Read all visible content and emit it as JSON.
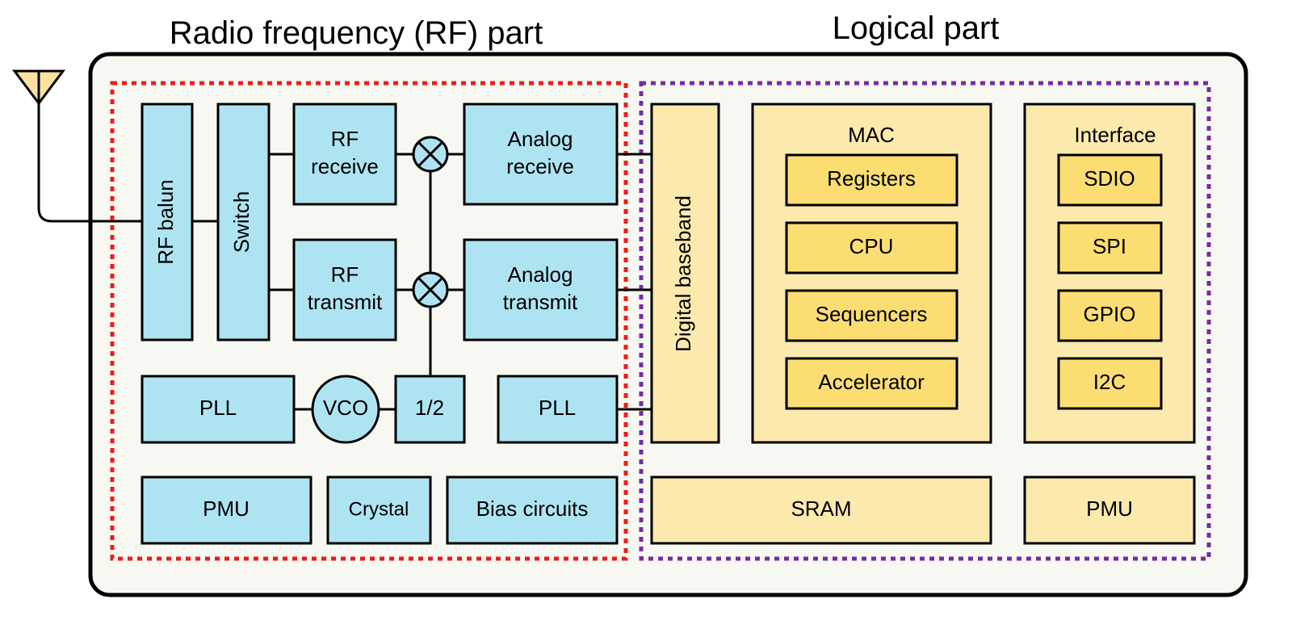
{
  "titles": {
    "rf": "Radio frequency (RF) part",
    "logical": "Logical part"
  },
  "rf": {
    "rf_balun": "RF balun",
    "switch": "Switch",
    "rf_receive": [
      "RF",
      "receive"
    ],
    "rf_transmit": [
      "RF",
      "transmit"
    ],
    "analog_receive": [
      "Analog",
      "receive"
    ],
    "analog_transmit": [
      "Analog",
      "transmit"
    ],
    "pll_left": "PLL",
    "vco": "VCO",
    "half": "1/2",
    "pll_right": "PLL",
    "pmu": "PMU",
    "crystal": "Crystal",
    "bias": "Bias circuits"
  },
  "logical": {
    "digital_baseband": "Digital baseband",
    "mac": {
      "title": "MAC",
      "items": [
        "Registers",
        "CPU",
        "Sequencers",
        "Accelerator"
      ]
    },
    "interface": {
      "title": "Interface",
      "items": [
        "SDIO",
        "SPI",
        "GPIO",
        "I2C"
      ]
    },
    "sram": "SRAM",
    "pmu": "PMU"
  },
  "colors": {
    "rf_block": "#aee4f2",
    "logic_block": "#fbe9ad",
    "logic_inner": "#fbdd72",
    "rf_boundary": "#ee1c1c",
    "logic_boundary": "#7a2aa6",
    "chip_fill": "#f6f8f1",
    "antenna": "#fbe29e"
  }
}
